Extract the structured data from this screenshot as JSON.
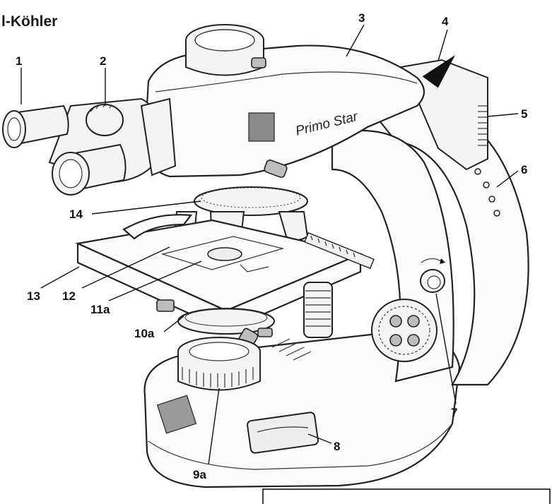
{
  "header": {
    "title": "l-Köhler"
  },
  "brand_label": "Primo Star",
  "callouts": [
    {
      "id": "1",
      "text": "1"
    },
    {
      "id": "2",
      "text": "2"
    },
    {
      "id": "3",
      "text": "3"
    },
    {
      "id": "4",
      "text": "4"
    },
    {
      "id": "5",
      "text": "5"
    },
    {
      "id": "6",
      "text": "6"
    },
    {
      "id": "7",
      "text": "7"
    },
    {
      "id": "8",
      "text": "8"
    },
    {
      "id": "9a",
      "text": "9a"
    },
    {
      "id": "10a",
      "text": "10a"
    },
    {
      "id": "11a",
      "text": "11a"
    },
    {
      "id": "12",
      "text": "12"
    },
    {
      "id": "13",
      "text": "13"
    },
    {
      "id": "14",
      "text": "14"
    }
  ],
  "colors": {
    "ink": "#111111",
    "background": "#ffffff",
    "arrow": "#111111"
  }
}
